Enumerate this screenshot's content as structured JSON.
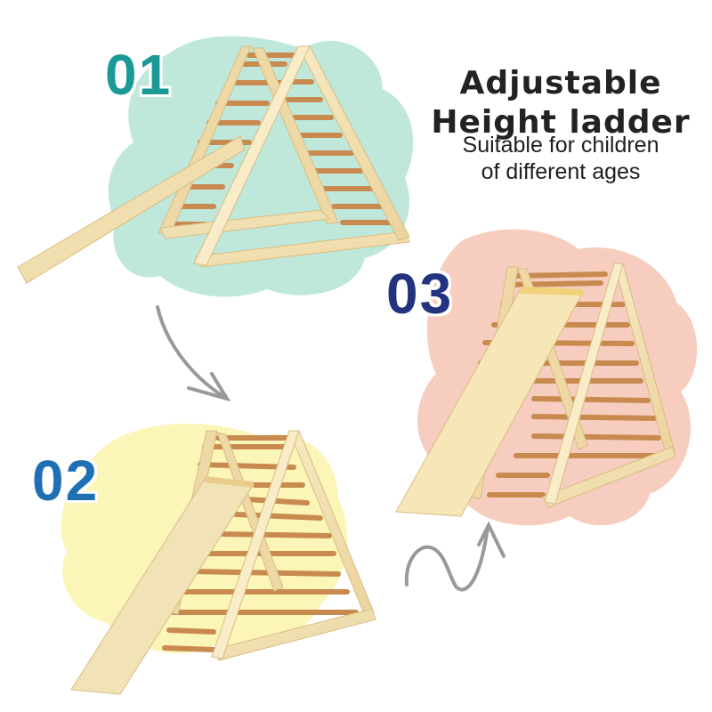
{
  "headline": {
    "line1": "Adjustable",
    "line2": "Height ladder"
  },
  "subtitle": {
    "line1": "Suitable for children",
    "line2": "of different ages"
  },
  "steps": [
    {
      "number": "01",
      "color": "#1a9a97",
      "blob_color": "#bfe8db",
      "description": "ladder with ramp flat low angle"
    },
    {
      "number": "02",
      "color": "#1f6fb5",
      "blob_color": "#fbf6b8",
      "description": "ladder with ramp medium angle"
    },
    {
      "number": "03",
      "color": "#23337f",
      "blob_color": "#f6cdbf",
      "description": "ladder with ramp steep angle"
    }
  ],
  "arrows": [
    {
      "name": "curved-arrow-01-to-02",
      "color": "#999999"
    },
    {
      "name": "wavy-arrow-02-to-03",
      "color": "#999999"
    }
  ],
  "colors": {
    "wood_light": "#f3e2b4",
    "wood_edge": "#e0c88e",
    "rung": "#c98a4f",
    "text_dark": "#222222"
  }
}
